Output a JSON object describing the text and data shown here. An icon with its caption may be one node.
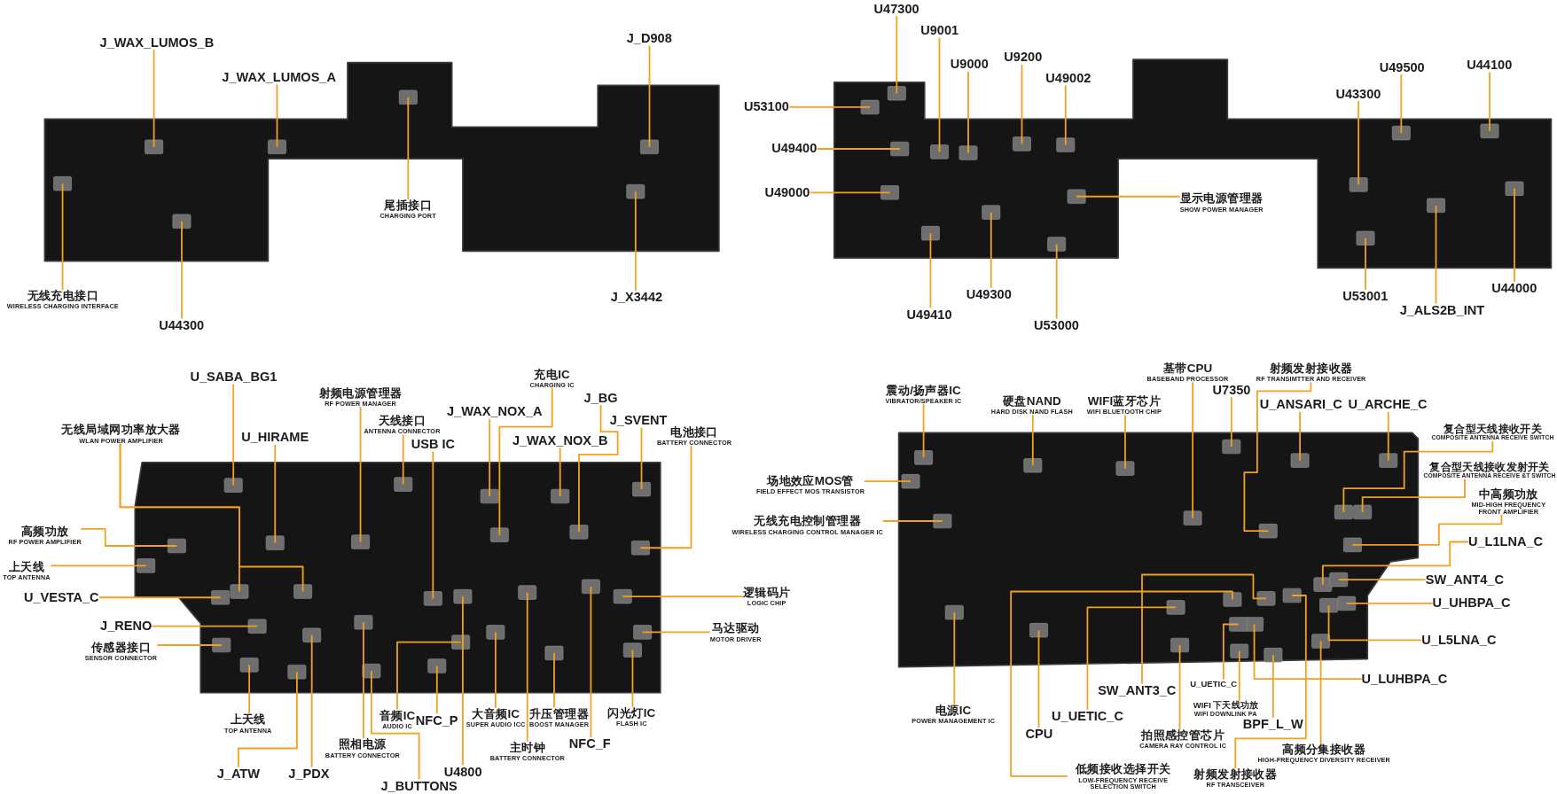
{
  "diagram": {
    "nodes": [
      {
        "text": [],
        "shape": "picture"
      },
      {
        "text": [
          "J_WAX_LUMOS_B"
        ]
      },
      {
        "text": [
          "J_WAX_LUMOS_A"
        ]
      },
      {
        "text": [
          "J_D908"
        ]
      },
      {
        "text": [
          "尾插接口",
          "CHARGING PORT"
        ]
      },
      {
        "text": [
          "无线充电接口",
          "WIRELESS CHARGING INTERFACE"
        ]
      },
      {
        "text": [
          "U44300"
        ]
      },
      {
        "text": [
          "J_X3442"
        ]
      },
      {
        "text": [],
        "shape": "picture"
      },
      {
        "text": [
          "U47300"
        ]
      },
      {
        "text": [
          "U9001"
        ]
      },
      {
        "text": [
          "U9000"
        ]
      },
      {
        "text": [
          "U9200"
        ]
      },
      {
        "text": [
          "U49002"
        ]
      },
      {
        "text": [
          "U49500"
        ]
      },
      {
        "text": [
          "U44100"
        ]
      },
      {
        "text": [
          "U53100"
        ]
      },
      {
        "text": [
          "U43300"
        ]
      },
      {
        "text": [
          "U49400"
        ]
      },
      {
        "text": [
          "U49000"
        ]
      },
      {
        "text": [
          "显示电源管理器",
          "SHOW POWER MANAGER"
        ]
      },
      {
        "text": [
          "U53001"
        ]
      },
      {
        "text": [
          "U49300"
        ]
      },
      {
        "text": [
          "U44000"
        ]
      },
      {
        "text": [
          "J_ALS2B_INT"
        ]
      },
      {
        "text": [
          "U49410"
        ]
      },
      {
        "text": [
          "U53000"
        ]
      },
      {
        "text": [],
        "shape": "picture"
      },
      {
        "text": [
          "U_SABA_BG1"
        ]
      },
      {
        "text": [
          "充电IC",
          "CHARGING IC"
        ]
      },
      {
        "text": [
          "射频电源管理器",
          "RF POWER MANAGER"
        ]
      },
      {
        "text": [
          "J_BG"
        ]
      },
      {
        "text": [
          "J_WAX_NOX_A"
        ]
      },
      {
        "text": [
          "天线接口",
          "ANTENNA CONNECTOR"
        ]
      },
      {
        "text": [
          "J_SVENT"
        ]
      },
      {
        "text": [
          "无线局域网功率放大器",
          "WLAN POWER AMPLIFIER"
        ]
      },
      {
        "text": [
          "U_HIRAME"
        ]
      },
      {
        "text": [
          "电池接口",
          "BATTERY CONNECTOR"
        ]
      },
      {
        "text": [
          "J_WAX_NOX_B"
        ]
      },
      {
        "text": [
          "USB IC"
        ]
      },
      {
        "text": [
          "高频功放",
          "RF POWER AMPLIFIER"
        ]
      },
      {
        "text": [
          "上天线",
          "TOP ANTENNA"
        ]
      },
      {
        "text": [
          "U_VESTA_C"
        ]
      },
      {
        "text": [
          "逻辑码片",
          "LOGIC CHIP"
        ]
      },
      {
        "text": [
          "J_RENO"
        ]
      },
      {
        "text": [
          "马达驱动",
          "MOTOR DRIVER"
        ]
      },
      {
        "text": [
          "传感器接口",
          "SENSOR CONNECTOR"
        ]
      },
      {
        "text": [
          "音频IC",
          "AUDIO IC"
        ]
      },
      {
        "text": [
          "NFC_P"
        ]
      },
      {
        "text": [
          "大音频IC",
          "SUPER AUDIO ICC"
        ]
      },
      {
        "text": [
          "升压管理器",
          "BOOST MANAGER"
        ]
      },
      {
        "text": [
          "闪光灯IC",
          "FLASH IC"
        ]
      },
      {
        "text": [
          "上天线",
          "TOP ANTENNA"
        ]
      },
      {
        "text": [
          "照相电源",
          "BATTERY CONNECTOR"
        ]
      },
      {
        "text": [
          "主时钟",
          "BATTERY CONNECTOR"
        ]
      },
      {
        "text": [
          "NFC_F"
        ]
      },
      {
        "text": [
          "J_ATW"
        ]
      },
      {
        "text": [
          "J_PDX"
        ]
      },
      {
        "text": [
          "U4800"
        ]
      },
      {
        "text": [
          "J_BUTTONS"
        ]
      },
      {
        "text": [],
        "shape": "picture"
      },
      {
        "text": [
          "震动/扬声器IC",
          "VIBRATOR/SPEAKER IC"
        ]
      },
      {
        "text": [
          "硬盘NAND",
          "HARD DISK NAND FLASH"
        ]
      },
      {
        "text": [
          "WIFI蓝牙芯片",
          "WIFI BLUETOOTH CHIP"
        ]
      },
      {
        "text": [
          "基带CPU",
          "BASEBAND PROCESSOR"
        ]
      },
      {
        "text": [
          "射频发射接收器",
          "RF TRANSIMTTER AND RECEIVER"
        ]
      },
      {
        "text": [
          "U7350"
        ]
      },
      {
        "text": [
          "U_ANSARI_C"
        ]
      },
      {
        "text": [
          "U_ARCHE_C"
        ]
      },
      {
        "text": [
          "复合型天线接收开关",
          "COMPOSITE ANTENNA RECEIVE SWITCH"
        ]
      },
      {
        "text": [
          "复合型天线接收发射开关",
          "COMPOSITE ANTENNA RECEIVE &T SWITCH"
        ]
      },
      {
        "text": [
          "场地效应MOS管",
          "FIELD EFFECT MOS TRANSISTOR"
        ]
      },
      {
        "text": [
          "中高频功放",
          "MID-HIGH FREQUENCY FRONT AMPLIFIER"
        ]
      },
      {
        "text": [
          "无线充电控制管理器",
          "WIRELESS CHARGING CONTROL MANAGER IC"
        ]
      },
      {
        "text": [
          "U_L1LNA_C"
        ]
      },
      {
        "text": [
          "SW_ANT4_C"
        ]
      },
      {
        "text": [
          "U_UHBPA_C"
        ]
      },
      {
        "text": [
          "电源IC",
          "POWER MANAGEMENT IC"
        ]
      },
      {
        "text": [
          "U_L5LNA_C"
        ]
      },
      {
        "text": [
          "U_LUHBPA_C"
        ]
      },
      {
        "text": [
          "U_UETIC_C"
        ]
      },
      {
        "text": [
          "SW_ANT3_C"
        ]
      },
      {
        "text": [
          "WIFI 下天线功放",
          "WIFI DOWNLINK PA"
        ]
      },
      {
        "text": [
          "U_UETIC_C"
        ]
      },
      {
        "text": [
          "BPF_L_W"
        ]
      },
      {
        "text": [
          "CPU"
        ]
      },
      {
        "text": [
          "拍照感控管芯片",
          "CAMERA RAY CONTROL IC"
        ]
      },
      {
        "text": [
          "高频分集接收器",
          "HIGH-FREQUENCY DIVERSITY RECEIVER"
        ]
      },
      {
        "text": [
          "低频接收选择开关",
          "LOW-FREQUENCY RECEIVE SELECTION SWITCH"
        ]
      },
      {
        "text": [
          "射频发射接收器",
          "RF TRANSCEIVER"
        ]
      }
    ],
    "edges": [
      {
        "from": 1,
        "to": 0,
        "arrow": "none"
      },
      {
        "from": 2,
        "to": 0,
        "arrow": "none"
      },
      {
        "from": 3,
        "to": 0,
        "arrow": "none"
      },
      {
        "from": 4,
        "to": 0,
        "arrow": "none"
      },
      {
        "from": 5,
        "to": 0,
        "arrow": "none"
      },
      {
        "from": 6,
        "to": 0,
        "arrow": "none"
      },
      {
        "from": 7,
        "to": 0,
        "arrow": "none"
      },
      {
        "from": 9,
        "to": 8,
        "arrow": "none"
      },
      {
        "from": 10,
        "to": 8,
        "arrow": "none"
      },
      {
        "from": 11,
        "to": 8,
        "arrow": "none"
      },
      {
        "from": 12,
        "to": 8,
        "arrow": "none"
      },
      {
        "from": 13,
        "to": 8,
        "arrow": "none"
      },
      {
        "from": 14,
        "to": 8,
        "arrow": "none"
      },
      {
        "from": 15,
        "to": 8,
        "arrow": "none"
      },
      {
        "from": 16,
        "to": 8,
        "arrow": "none"
      },
      {
        "from": 17,
        "to": 8,
        "arrow": "none"
      },
      {
        "from": 18,
        "to": 8,
        "arrow": "none"
      },
      {
        "from": 19,
        "to": 8,
        "arrow": "none"
      },
      {
        "from": 20,
        "to": 8,
        "arrow": "none"
      },
      {
        "from": 21,
        "to": 8,
        "arrow": "none"
      },
      {
        "from": 22,
        "to": 8,
        "arrow": "none"
      },
      {
        "from": 23,
        "to": 8,
        "arrow": "none"
      },
      {
        "from": 24,
        "to": 8,
        "arrow": "none"
      },
      {
        "from": 25,
        "to": 8,
        "arrow": "none"
      },
      {
        "from": 26,
        "to": 8,
        "arrow": "none"
      },
      {
        "from": 28,
        "to": 27,
        "arrow": "none"
      },
      {
        "from": 29,
        "to": 27,
        "arrow": "none"
      },
      {
        "from": 30,
        "to": 27,
        "arrow": "none"
      },
      {
        "from": 31,
        "to": 27,
        "arrow": "none"
      },
      {
        "from": 32,
        "to": 27,
        "arrow": "none"
      },
      {
        "from": 33,
        "to": 27,
        "arrow": "none"
      },
      {
        "from": 34,
        "to": 27,
        "arrow": "none"
      },
      {
        "from": 35,
        "to": 27,
        "arrow": "none"
      },
      {
        "from": 35,
        "to": 27,
        "arrow": "none"
      },
      {
        "from": 36,
        "to": 27,
        "arrow": "none"
      },
      {
        "from": 37,
        "to": 27,
        "arrow": "none"
      },
      {
        "from": 38,
        "to": 27,
        "arrow": "none"
      },
      {
        "from": 39,
        "to": 27,
        "arrow": "none"
      },
      {
        "from": 40,
        "to": 27,
        "arrow": "none"
      },
      {
        "from": 41,
        "to": 27,
        "arrow": "none"
      },
      {
        "from": 42,
        "to": 27,
        "arrow": "none"
      },
      {
        "from": 43,
        "to": 27,
        "arrow": "none"
      },
      {
        "from": 44,
        "to": 27,
        "arrow": "none"
      },
      {
        "from": 45,
        "to": 27,
        "arrow": "none"
      },
      {
        "from": 46,
        "to": 27,
        "arrow": "none"
      },
      {
        "from": 47,
        "to": 27,
        "arrow": "none"
      },
      {
        "from": 48,
        "to": 27,
        "arrow": "none"
      },
      {
        "from": 49,
        "to": 27,
        "arrow": "none"
      },
      {
        "from": 50,
        "to": 27,
        "arrow": "none"
      },
      {
        "from": 51,
        "to": 27,
        "arrow": "none"
      },
      {
        "from": 52,
        "to": 27,
        "arrow": "none"
      },
      {
        "from": 53,
        "to": 27,
        "arrow": "none"
      },
      {
        "from": 54,
        "to": 27,
        "arrow": "none"
      },
      {
        "from": 55,
        "to": 27,
        "arrow": "none"
      },
      {
        "from": 56,
        "to": 27,
        "arrow": "none"
      },
      {
        "from": 57,
        "to": 27,
        "arrow": "none"
      },
      {
        "from": 58,
        "to": 27,
        "arrow": "none"
      },
      {
        "from": 59,
        "to": 27,
        "arrow": "none"
      },
      {
        "from": 61,
        "to": 60,
        "arrow": "none"
      },
      {
        "from": 62,
        "to": 60,
        "arrow": "none"
      },
      {
        "from": 63,
        "to": 60,
        "arrow": "none"
      },
      {
        "from": 64,
        "to": 60,
        "arrow": "none"
      },
      {
        "from": 65,
        "to": 60,
        "arrow": "none"
      },
      {
        "from": 66,
        "to": 60,
        "arrow": "none"
      },
      {
        "from": 67,
        "to": 60,
        "arrow": "none"
      },
      {
        "from": 68,
        "to": 60,
        "arrow": "none"
      },
      {
        "from": 69,
        "to": 60,
        "arrow": "none"
      },
      {
        "from": 70,
        "to": 60,
        "arrow": "none"
      },
      {
        "from": 71,
        "to": 60,
        "arrow": "none"
      },
      {
        "from": 72,
        "to": 60,
        "arrow": "none"
      },
      {
        "from": 73,
        "to": 60,
        "arrow": "none"
      },
      {
        "from": 74,
        "to": 60,
        "arrow": "none"
      },
      {
        "from": 75,
        "to": 60,
        "arrow": "none"
      },
      {
        "from": 76,
        "to": 60,
        "arrow": "none"
      },
      {
        "from": 77,
        "to": 60,
        "arrow": "none"
      },
      {
        "from": 78,
        "to": 60,
        "arrow": "none"
      },
      {
        "from": 79,
        "to": 60,
        "arrow": "none"
      },
      {
        "from": 80,
        "to": 60,
        "arrow": "none"
      },
      {
        "from": 81,
        "to": 60,
        "arrow": "none"
      },
      {
        "from": 82,
        "to": 60,
        "arrow": "none"
      },
      {
        "from": 83,
        "to": 60,
        "arrow": "none"
      },
      {
        "from": 84,
        "to": 60,
        "arrow": "none"
      },
      {
        "from": 85,
        "to": 60,
        "arrow": "none"
      },
      {
        "from": 86,
        "to": 60,
        "arrow": "none"
      },
      {
        "from": 87,
        "to": 60,
        "arrow": "none"
      },
      {
        "from": 88,
        "to": 60,
        "arrow": "none"
      },
      {
        "from": 89,
        "to": 60,
        "arrow": "none"
      }
    ]
  }
}
